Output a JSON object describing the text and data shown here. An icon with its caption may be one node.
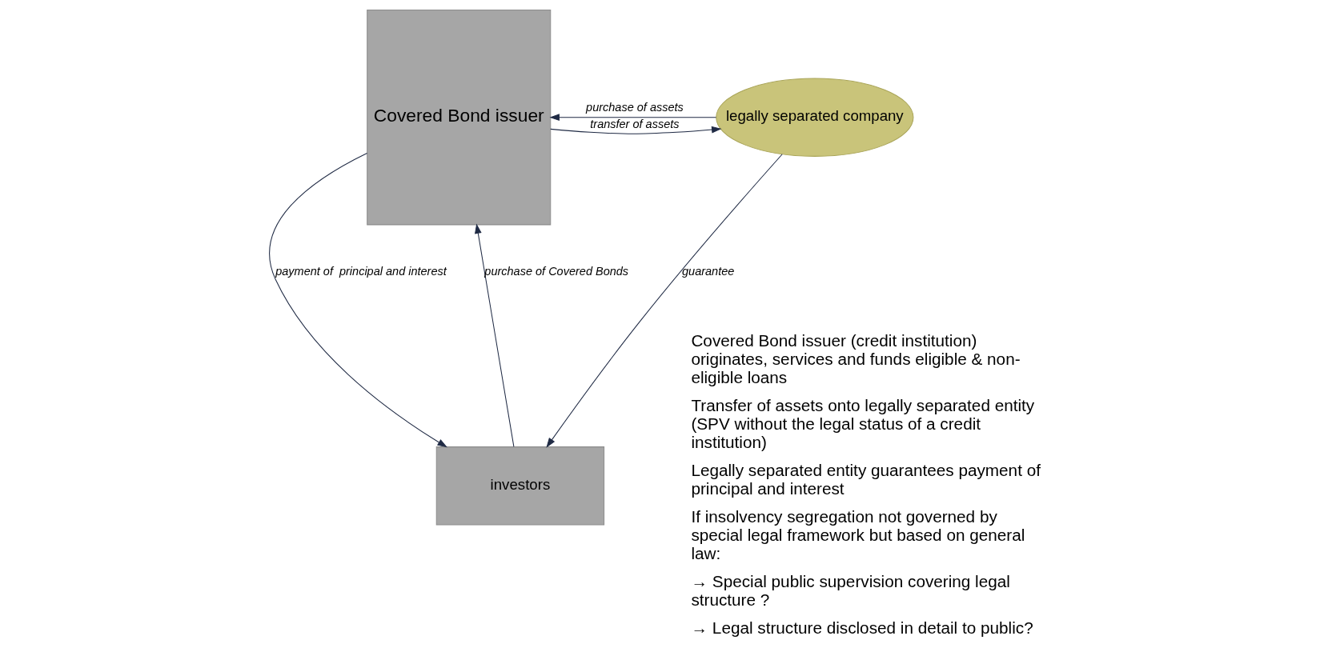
{
  "diagram": {
    "nodes": [
      {
        "text": [
          "Covered Bond issuer"
        ]
      },
      {
        "text": [
          "legally separated company"
        ]
      },
      {
        "text": [
          "investors"
        ]
      }
    ],
    "edges": [
      {
        "from": 0,
        "to": 1,
        "arrow": "to",
        "label": "transfer of assets"
      },
      {
        "from": 1,
        "to": 0,
        "arrow": "to",
        "label": "purchase of assets"
      },
      {
        "from": 0,
        "to": 2,
        "arrow": "to",
        "label": "payment of  principal and interest"
      },
      {
        "from": 2,
        "to": 0,
        "arrow": "to",
        "label": "purchase of Covered Bonds"
      },
      {
        "from": 1,
        "to": 2,
        "arrow": "to",
        "label": "guarantee"
      }
    ],
    "labels": [
      "Covered Bond issuer (credit institution) originates, services and funds eligible & non-eligible loans",
      "Transfer of assets onto legally separated entity (SPV without the legal status of a credit institution)",
      "Legally separated entity guarantees payment of principal and interest",
      "If insolvency segregation not governed by special legal framework but based on general law:",
      "→ Special public supervision covering legal structure ?",
      "→ Legal structure disclosed in detail to public?"
    ]
  }
}
